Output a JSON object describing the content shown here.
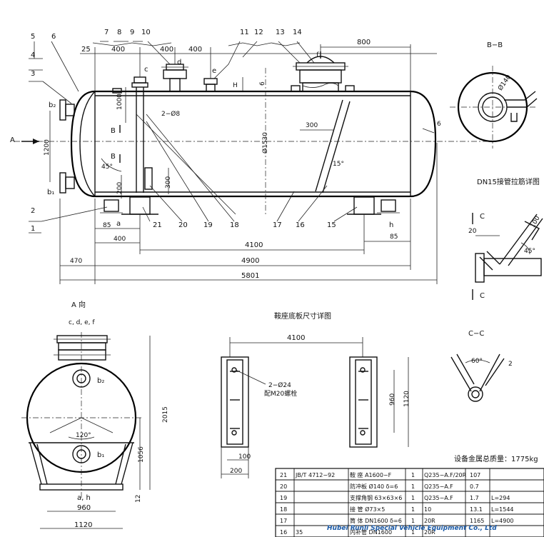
{
  "main_view": {
    "part_numbers": [
      "5",
      "6",
      "7",
      "8",
      "9",
      "10",
      "11",
      "12",
      "13",
      "14",
      "4",
      "3",
      "2",
      "1",
      "21",
      "20",
      "19",
      "18",
      "17",
      "16",
      "15"
    ],
    "nozzle_letters": {
      "c": "c",
      "d": "d",
      "e": "e",
      "f": "f",
      "b2": "b₂",
      "b1": "b₁",
      "a": "a",
      "h": "h"
    },
    "dims": {
      "d25": "25",
      "d400a": "400",
      "d400b": "400",
      "d400c": "400",
      "d800": "800",
      "d1000": "1000",
      "dH": "H",
      "dG": "6",
      "d2phi8": "2−Ø8",
      "d300top": "300",
      "d1200": "1200",
      "dphi1530": "Ø1530",
      "d15deg": "15°",
      "d45deg": "45°",
      "d200": "200",
      "d300": "300",
      "d85l": "85",
      "d400bot": "400",
      "d4100": "4100",
      "d85r": "85",
      "d470": "470",
      "d4900": "4900",
      "d5801": "5801",
      "d6r": "6"
    },
    "section_marks": {
      "a_arrow": "A",
      "b_upper": "B",
      "b_lower": "B"
    }
  },
  "bb_view": {
    "title": "B−B",
    "dim": "Ø140"
  },
  "dn15_detail": {
    "title": "DN15接管拉筋详图",
    "c_upper": "C",
    "c_lower": "C",
    "d20": "20",
    "d100": "100",
    "d45": "45°"
  },
  "cc_view": {
    "title": "C−C",
    "d60": "60°",
    "d2": "2"
  },
  "a_view": {
    "title": "A  向",
    "nozzles": "c, d, e, f",
    "b2": "b₂",
    "b1": "b₁",
    "angle": "120°",
    "d2015": "2015",
    "d1056": "1056",
    "ah": "a, h",
    "d12": "12",
    "d960": "960",
    "d1120": "1120"
  },
  "saddle_detail": {
    "title": "鞍座底板尺寸详图",
    "d4100": "4100",
    "bolt_note_1": "2−Ø24",
    "bolt_note_2": "配M20螺栓",
    "d960": "960",
    "d1120": "1120",
    "d100": "100",
    "d200": "200"
  },
  "mass_note": "设备金属总质量：1775kg",
  "parts_table": [
    {
      "no": "21",
      "std": "JB/T 4712−92",
      "name": "鞍 座 A1600−F",
      "qty": "1",
      "mat": "Q235−A.F/20R",
      "mass": "107",
      "note": ""
    },
    {
      "no": "20",
      "std": "",
      "name": "防冲板 Ø140 δ=6",
      "qty": "1",
      "mat": "Q235−A.F",
      "mass": "0.7",
      "note": ""
    },
    {
      "no": "19",
      "std": "",
      "name": "支撑角钢 63×63×6",
      "qty": "1",
      "mat": "Q235−A.F",
      "mass": "1.7",
      "note": "L=294"
    },
    {
      "no": "18",
      "std": "",
      "name": "接 管 Ø73×5",
      "qty": "1",
      "mat": "10",
      "mass": "13.1",
      "note": "L=1544"
    },
    {
      "no": "17",
      "std": "",
      "name": "筒 体 DN1600 δ=6",
      "qty": "1",
      "mat": "20R",
      "mass": "1165",
      "note": "L=4900"
    },
    {
      "no": "16",
      "std": "35",
      "name": "内补管 DN1600",
      "qty": "1",
      "mat": "20R",
      "mass": "",
      "note": ""
    }
  ],
  "watermark": "Hubei Runli Special Vehicle Equipment Co., Ltd"
}
